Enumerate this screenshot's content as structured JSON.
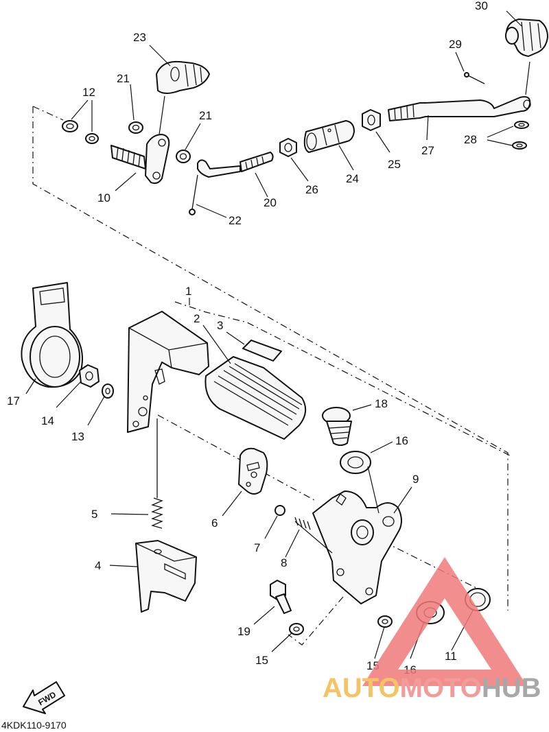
{
  "diagram": {
    "drawing_code": "4KDK110-9170",
    "fwd_label": "FWD",
    "callouts": {
      "c1": "1",
      "c2": "2",
      "c3": "3",
      "c4": "4",
      "c5": "5",
      "c6": "6",
      "c7": "7",
      "c8": "8",
      "c9": "9",
      "c10": "10",
      "c11": "11",
      "c12": "12",
      "c13": "13",
      "c14": "14",
      "c15a": "15",
      "c15b": "15",
      "c16a": "16",
      "c16b": "16",
      "c17": "17",
      "c18": "18",
      "c19": "19",
      "c20": "20",
      "c21a": "21",
      "c21b": "21",
      "c22": "22",
      "c23": "23",
      "c24": "24",
      "c25": "25",
      "c26": "26",
      "c27": "27",
      "c28": "28",
      "c29": "29",
      "c30": "30"
    }
  },
  "watermark": {
    "word_a": "AUTO",
    "word_b": "MOTO",
    "word_c": "HUB",
    "color_a": "#f5b94a",
    "color_b": "#f08a8a",
    "color_c": "#9a9a9a",
    "triangle_color": "#f07a7a"
  }
}
